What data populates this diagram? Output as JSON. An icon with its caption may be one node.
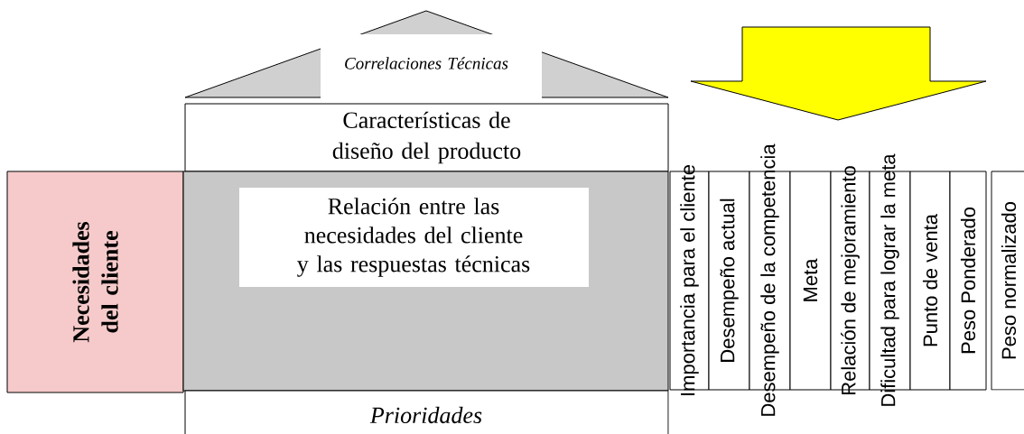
{
  "diagram": {
    "nodes": [
      {
        "text": [
          "Correlaciones Técnicas"
        ]
      },
      {
        "text": [
          "Características de diseño del producto"
        ]
      },
      {
        "text": [
          "Necesidades del cliente"
        ]
      },
      {
        "text": [
          "Relación entre las necesidades del cliente y las respuestas técnicas"
        ]
      },
      {
        "text": [
          "Prioridades"
        ]
      },
      {
        "text": [
          "Importancia para el cliente"
        ]
      },
      {
        "text": [
          "Desempeño actual"
        ]
      },
      {
        "text": [
          "Desempeño de la competencia"
        ]
      },
      {
        "text": [
          "Meta"
        ]
      },
      {
        "text": [
          "Relación de mejoramiento"
        ]
      },
      {
        "text": [
          "Dificultad para lograr la meta"
        ]
      },
      {
        "text": [
          "Punto de venta"
        ]
      },
      {
        "text": [
          "Peso Ponderado"
        ]
      },
      {
        "text": [
          "Peso normalizado"
        ]
      }
    ],
    "edges": []
  }
}
